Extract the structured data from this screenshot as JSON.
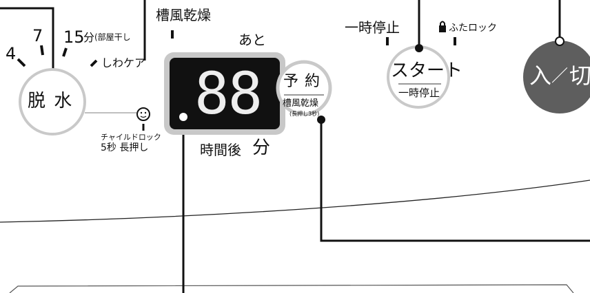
{
  "spin": {
    "label": "脱 水",
    "time_4": "4",
    "time_7": "7",
    "time_15": "15",
    "time_15_unit": "分",
    "time_15_note": "(部屋干し",
    "wrinkle": "しわケア"
  },
  "child_lock": {
    "caption": "チャイルドロック",
    "hold": "5秒 長押し"
  },
  "display": {
    "top_label": "槽風乾燥",
    "remaining": "あと",
    "digits": "88",
    "after_time": "時間後",
    "minutes": "分"
  },
  "reserve": {
    "label": "予 約",
    "sub": "槽風乾燥",
    "hold": "(長押し3秒)"
  },
  "start": {
    "pause_top": "一時停止",
    "lid_lock": "ふたロック",
    "label": "スタート",
    "sub": "一時停止"
  },
  "power": {
    "label_left": "入",
    "slash": "／",
    "label_right": "切"
  }
}
